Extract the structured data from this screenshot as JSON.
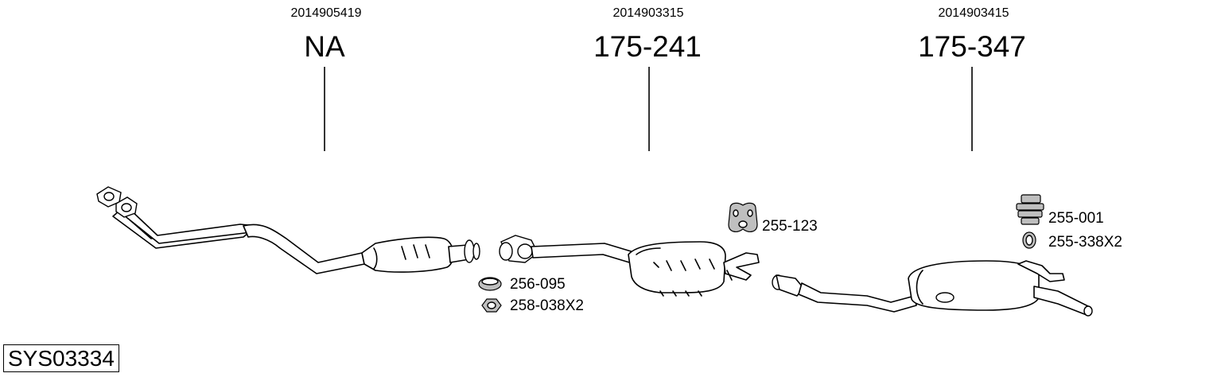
{
  "sections": [
    {
      "oe_number": "2014905419",
      "part_number": "NA"
    },
    {
      "oe_number": "2014903315",
      "part_number": "175-241"
    },
    {
      "oe_number": "2014903415",
      "part_number": "175-347"
    }
  ],
  "accessories": {
    "hanger_front": "255-123",
    "clamp": "256-095",
    "nut": "258-038X2",
    "rubber_mount": "255-001",
    "ring": "255-338X2"
  },
  "system_code": "SYS03334"
}
